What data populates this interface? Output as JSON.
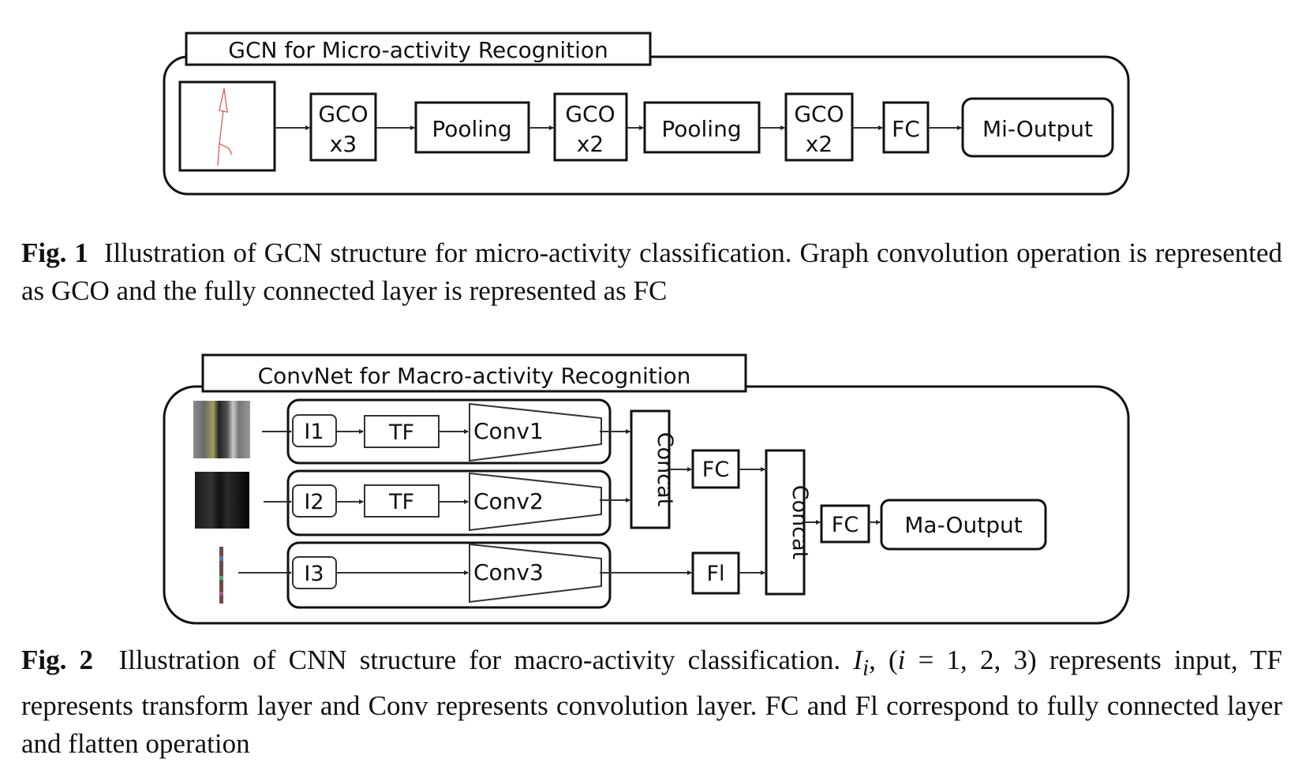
{
  "fig1": {
    "title": "GCN for Micro-activity Recognition",
    "input_image": "skeleton-sketch",
    "blocks": [
      {
        "l1": "GCO",
        "l2": "x3"
      },
      {
        "l1": "Pooling"
      },
      {
        "l1": "GCO",
        "l2": "x2"
      },
      {
        "l1": "Pooling"
      },
      {
        "l1": "GCO",
        "l2": "x2"
      },
      {
        "l1": "FC"
      },
      {
        "l1": "Mi-Output"
      }
    ],
    "caption_label": "Fig. 1",
    "caption_text": "Illustration of GCN structure for micro-activity classification. Graph convolution operation is represented as GCO and the fully connected layer is represented as FC"
  },
  "fig2": {
    "title": "ConvNet for Macro-activity Recognition",
    "rows": [
      {
        "input": "I1",
        "tf": "TF",
        "conv": "Conv1"
      },
      {
        "input": "I2",
        "tf": "TF",
        "conv": "Conv2"
      },
      {
        "input": "I3",
        "tf": "",
        "conv": "Conv3"
      }
    ],
    "concat1": "Concat",
    "fc1": "FC",
    "fl": "Fl",
    "concat2": "Concat",
    "fc2": "FC",
    "output": "Ma-Output",
    "caption_label": "Fig. 2",
    "caption_pre": "Illustration of CNN structure for macro-activity classification. ",
    "caption_var": "I",
    "caption_sub": "i",
    "caption_mid": ", (",
    "caption_var2": "i",
    "caption_post": " = 1, 2, 3) represents input, TF represents transform layer and Conv represents convolution layer. FC and Fl correspond to fully connected layer and flatten operation"
  }
}
